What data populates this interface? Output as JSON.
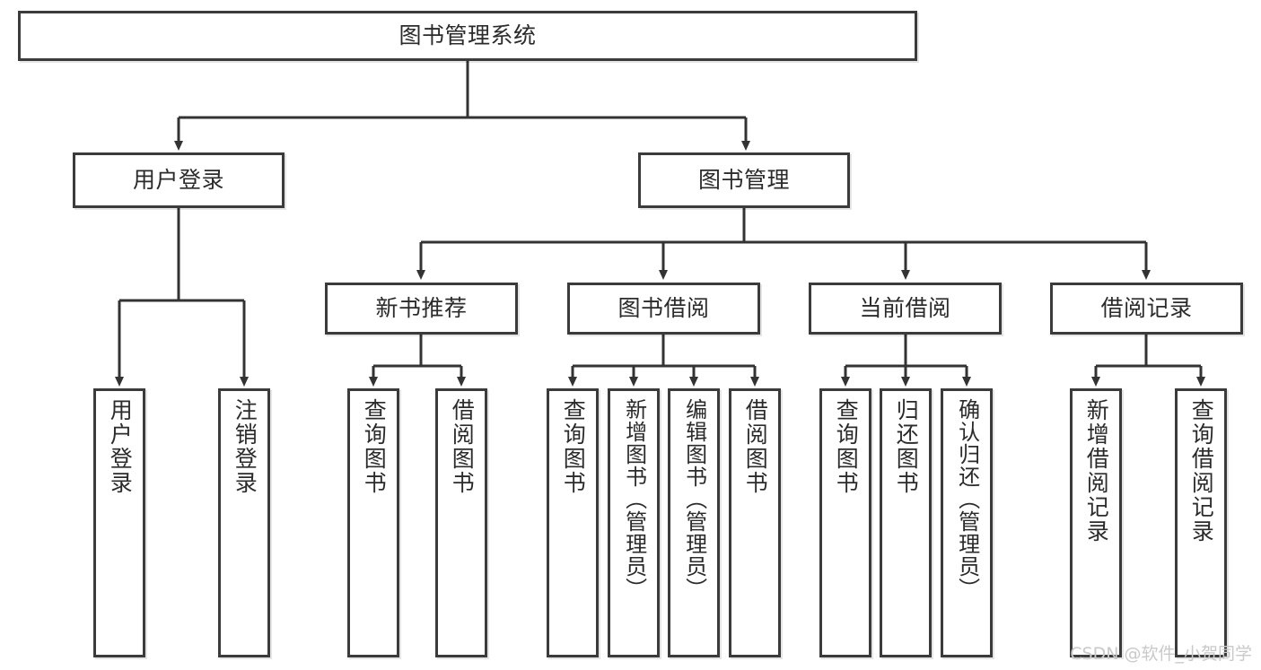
{
  "diagram": {
    "title": "图书管理系统",
    "type": "tree-hierarchy-diagram",
    "colors": {
      "box_border": "#3b3b3b",
      "box_fill": "#ffffff",
      "line": "#333333",
      "text": "#2b2b2b",
      "watermark": "#c9c9c9"
    },
    "root": {
      "label": "图书管理系统"
    },
    "level2": [
      {
        "label": "用户登录"
      },
      {
        "label": "图书管理"
      }
    ],
    "level3": [
      {
        "label": "新书推荐"
      },
      {
        "label": "图书借阅"
      },
      {
        "label": "当前借阅"
      },
      {
        "label": "借阅记录"
      }
    ],
    "leaves": {
      "user_login": [
        {
          "label": "用户登录"
        },
        {
          "label": "注销登录"
        }
      ],
      "new_book_recommend": [
        {
          "label": "查询图书"
        },
        {
          "label": "借阅图书"
        }
      ],
      "book_borrow": [
        {
          "label": "查询图书"
        },
        {
          "label": "新增图书（管理员）"
        },
        {
          "label": "编辑图书（管理员）"
        },
        {
          "label": "借阅图书"
        }
      ],
      "current_borrow": [
        {
          "label": "查询图书"
        },
        {
          "label": "归还图书"
        },
        {
          "label": "确认归还（管理员）"
        }
      ],
      "borrow_record": [
        {
          "label": "新增借阅记录"
        },
        {
          "label": "查询借阅记录"
        }
      ]
    }
  },
  "watermark": {
    "text": "CSDN @软件_小贺同学"
  }
}
